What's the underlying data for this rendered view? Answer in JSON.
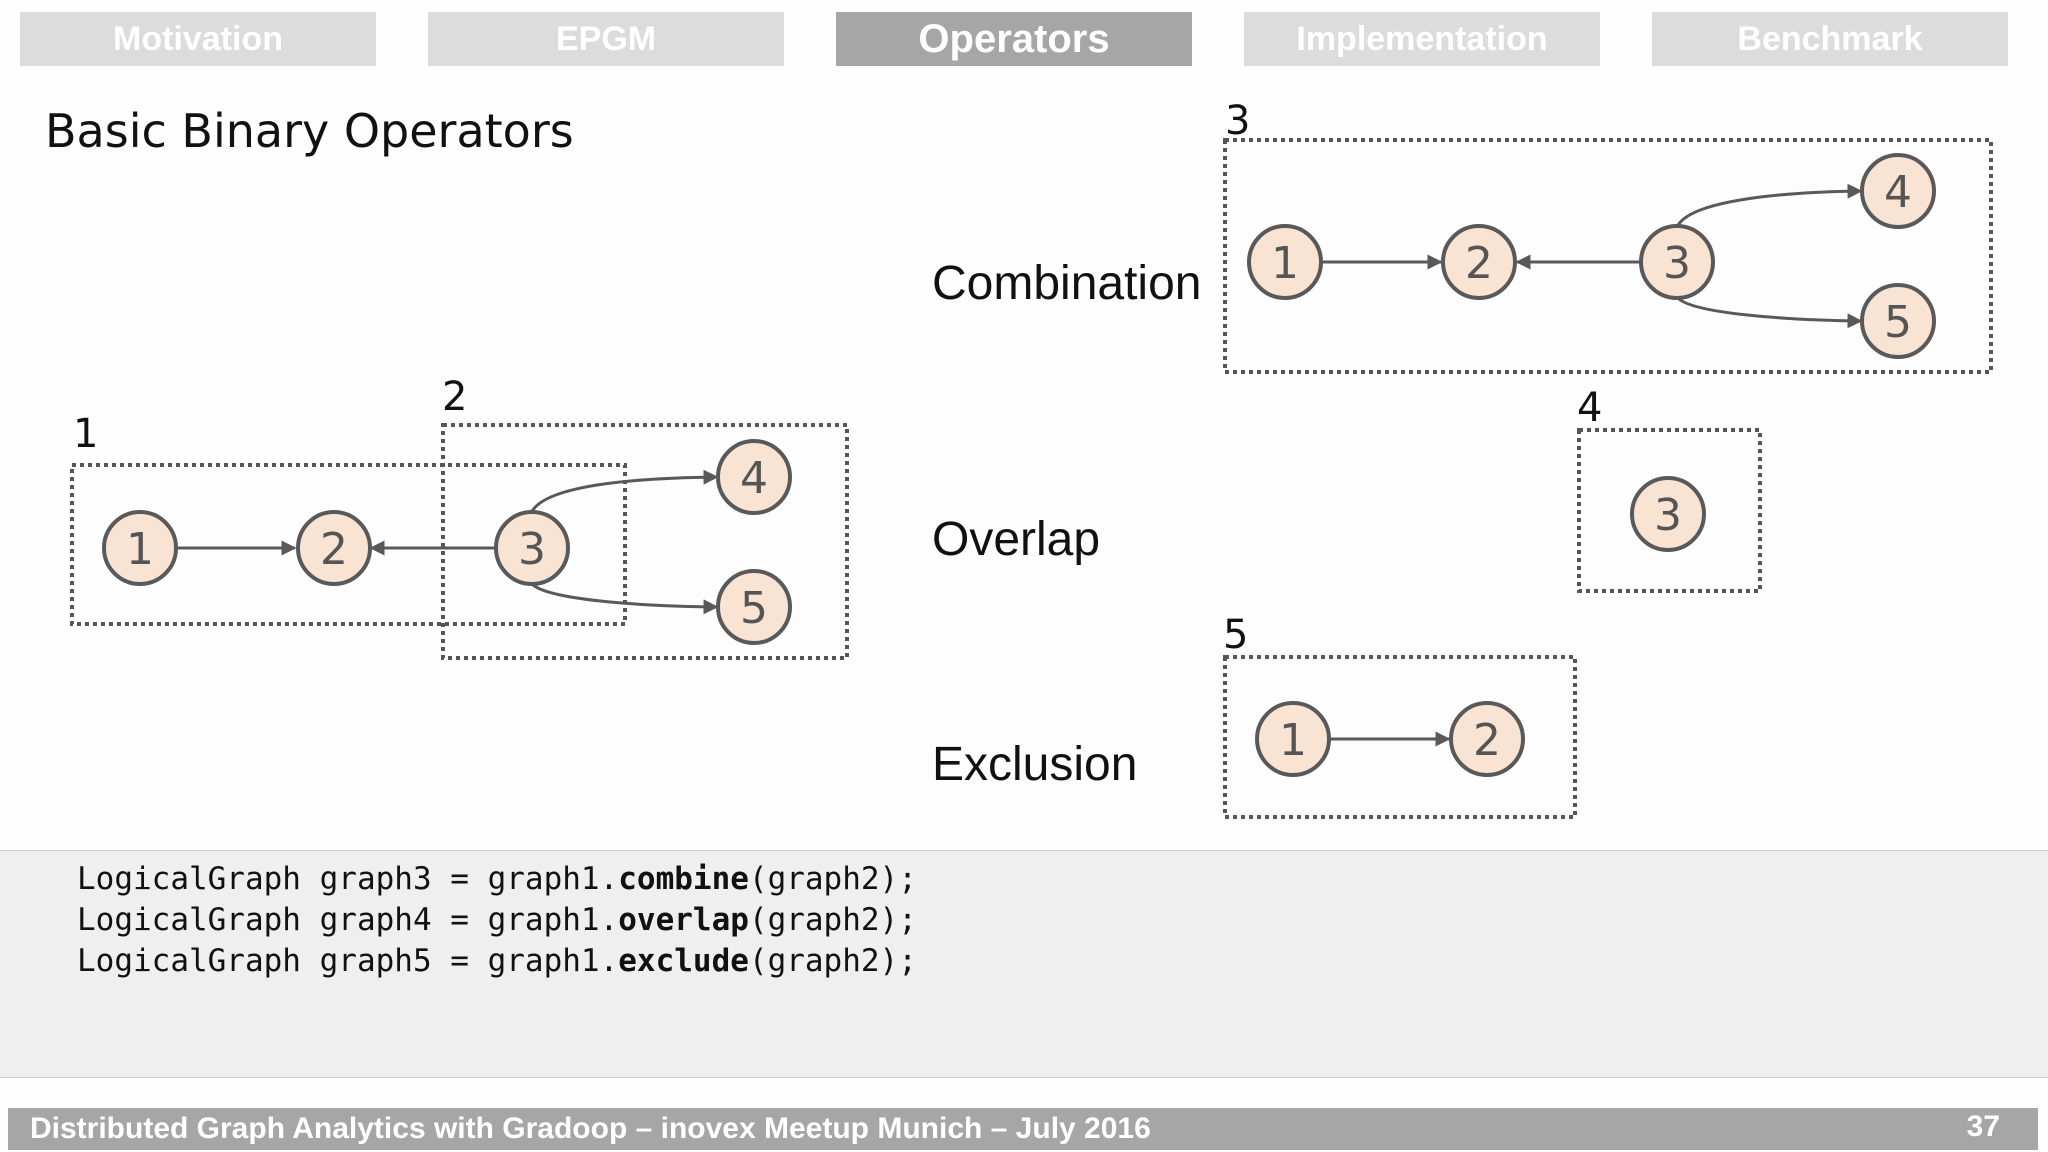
{
  "nav": {
    "tabs": [
      {
        "label": "Motivation",
        "active": false
      },
      {
        "label": "EPGM",
        "active": false
      },
      {
        "label": "Operators",
        "active": true
      },
      {
        "label": "Implementation",
        "active": false
      },
      {
        "label": "Benchmark",
        "active": false
      }
    ]
  },
  "slide": {
    "title": "Basic Binary Operators"
  },
  "operators": {
    "combination": "Combination",
    "overlap": "Overlap",
    "exclusion": "Exclusion"
  },
  "graphs": {
    "g1": "1",
    "g2": "2",
    "g3": "3",
    "g4": "4",
    "g5": "5"
  },
  "vertices": {
    "v1": "1",
    "v2": "2",
    "v3": "3",
    "v4": "4",
    "v5": "5"
  },
  "code": {
    "line1": {
      "prefix": "LogicalGraph graph3 = graph1.",
      "method": "combine",
      "suffix": "(graph2);"
    },
    "line2": {
      "prefix": "LogicalGraph graph4 = graph1.",
      "method": "overlap",
      "suffix": "(graph2);"
    },
    "line3": {
      "prefix": "LogicalGraph graph5 = graph1.",
      "method": "exclude",
      "suffix": "(graph2);"
    }
  },
  "footer": {
    "text": "Distributed Graph Analytics with Gradoop – inovex Meetup Munich – July 2016",
    "page": "37"
  },
  "colors": {
    "node_fill": "#f9e4d4",
    "node_stroke": "#595959",
    "edge": "#595959",
    "tab_inactive": "#dcdcdc",
    "tab_active": "#a6a6a6"
  }
}
